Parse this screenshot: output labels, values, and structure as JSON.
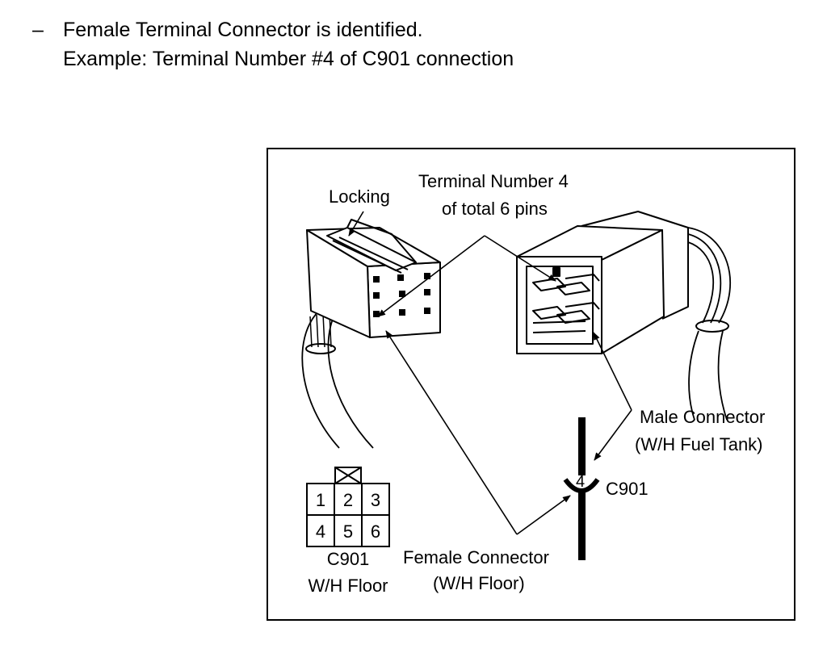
{
  "header": {
    "bullet": "–",
    "line1": "Female Terminal Connector is identified.",
    "line2": "Example: Terminal Number #4 of C901 connection"
  },
  "diagram": {
    "label_locking": "Locking",
    "label_terminal_line1": "Terminal Number 4",
    "label_terminal_line2": "of total 6 pins",
    "label_male_line1": "Male Connector",
    "label_male_line2": "(W/H Fuel Tank)",
    "label_female_line1": "Female Connector",
    "label_female_line2": "(W/H Floor)",
    "label_c901": "C901",
    "label_pin_number": "4",
    "pin_chart": {
      "pins_row1": [
        "1",
        "2",
        "3"
      ],
      "pins_row2": [
        "4",
        "5",
        "6"
      ],
      "name": "C901",
      "harness": "W/H Floor"
    }
  }
}
